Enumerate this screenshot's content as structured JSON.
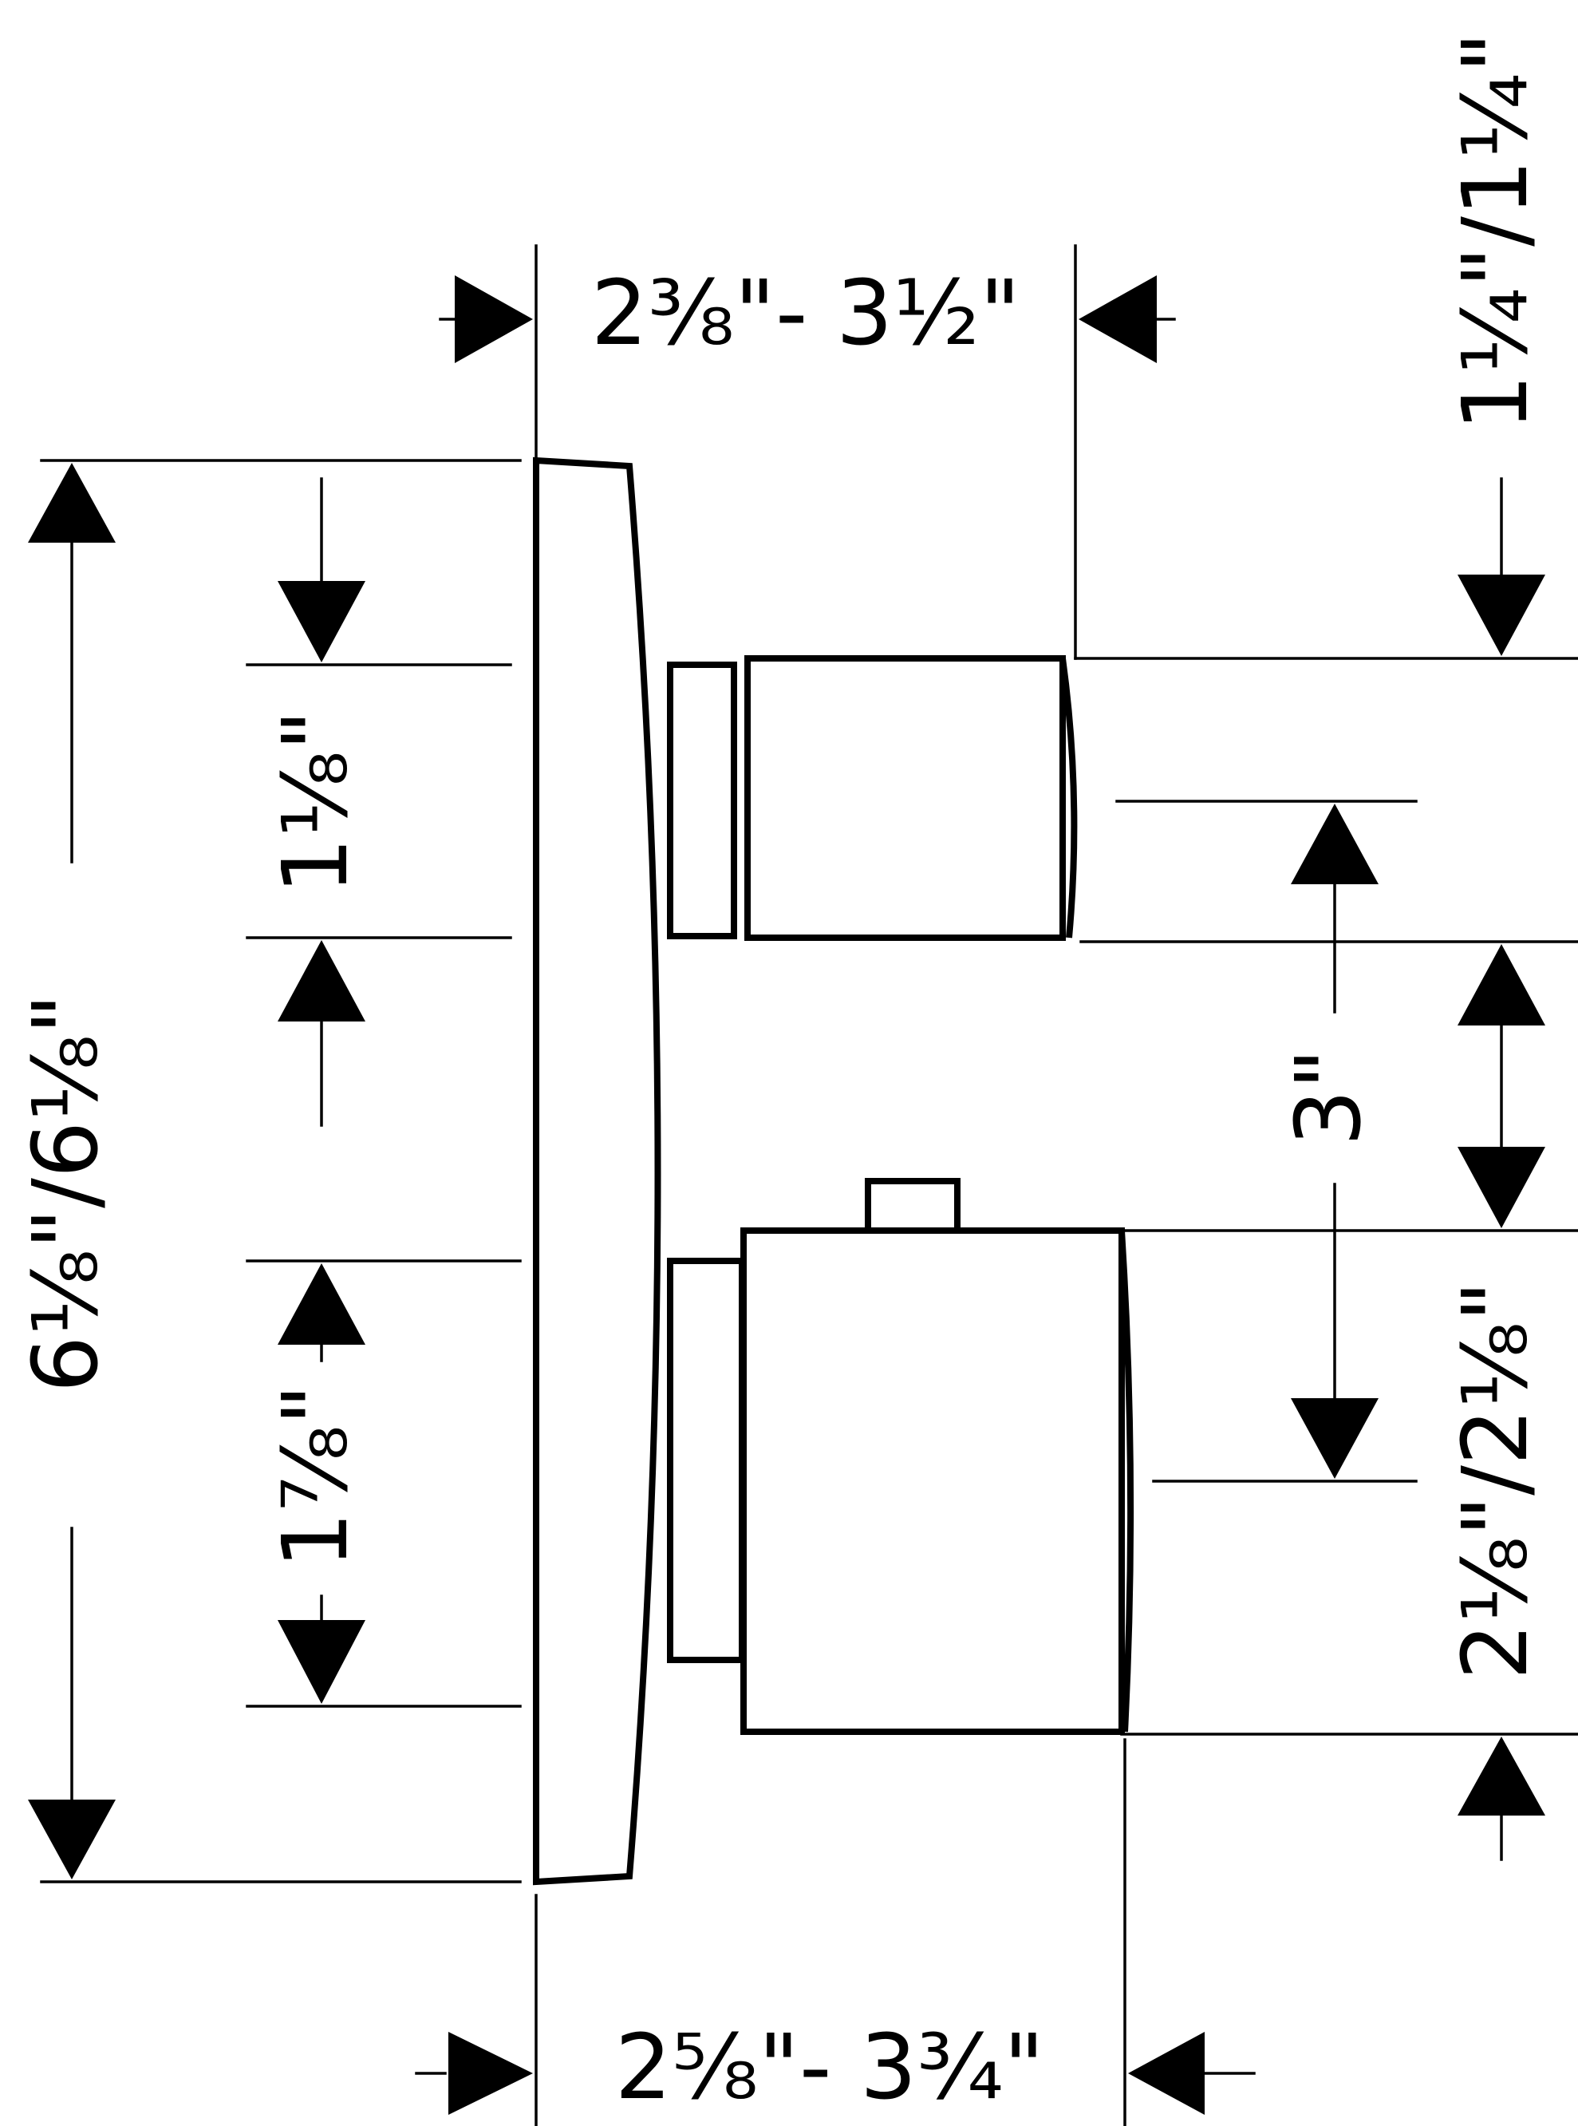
{
  "dimensions": {
    "top_width": "2³⁄₈\"- 3½\"",
    "bottom_width": "2⁵⁄₈\"- 3¾\"",
    "overall_height": "6¹⁄₈\"/6¹⁄₈\"",
    "upper_knob_height": "1¹⁄₈\"",
    "lower_knob_height": "1⁷⁄₈\"",
    "knob_spacing": "3\"",
    "top_offset": "1¹⁄₄\"/1¹⁄₄\"",
    "bottom_offset": "2¹⁄₈\"/2¹⁄₈\""
  }
}
